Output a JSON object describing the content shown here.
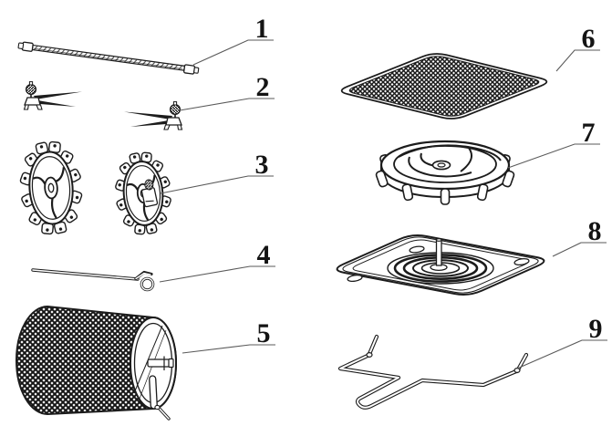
{
  "figure": {
    "type": "exploded-parts-diagram",
    "background_color": "#ffffff",
    "line_color": "#1c1c1c",
    "callout_line_color": "#5a5a5a"
  },
  "parts": [
    {
      "number": "1",
      "name": "spit-rod"
    },
    {
      "number": "2",
      "name": "rotisserie-forks"
    },
    {
      "number": "3",
      "name": "drum-end-gears"
    },
    {
      "number": "4",
      "name": "retaining-pin"
    },
    {
      "number": "5",
      "name": "rotisserie-mesh-drum"
    },
    {
      "number": "6",
      "name": "mesh-grill-plate"
    },
    {
      "number": "7",
      "name": "fan-impeller"
    },
    {
      "number": "8",
      "name": "drip-plate"
    },
    {
      "number": "9",
      "name": "removal-tool"
    }
  ]
}
